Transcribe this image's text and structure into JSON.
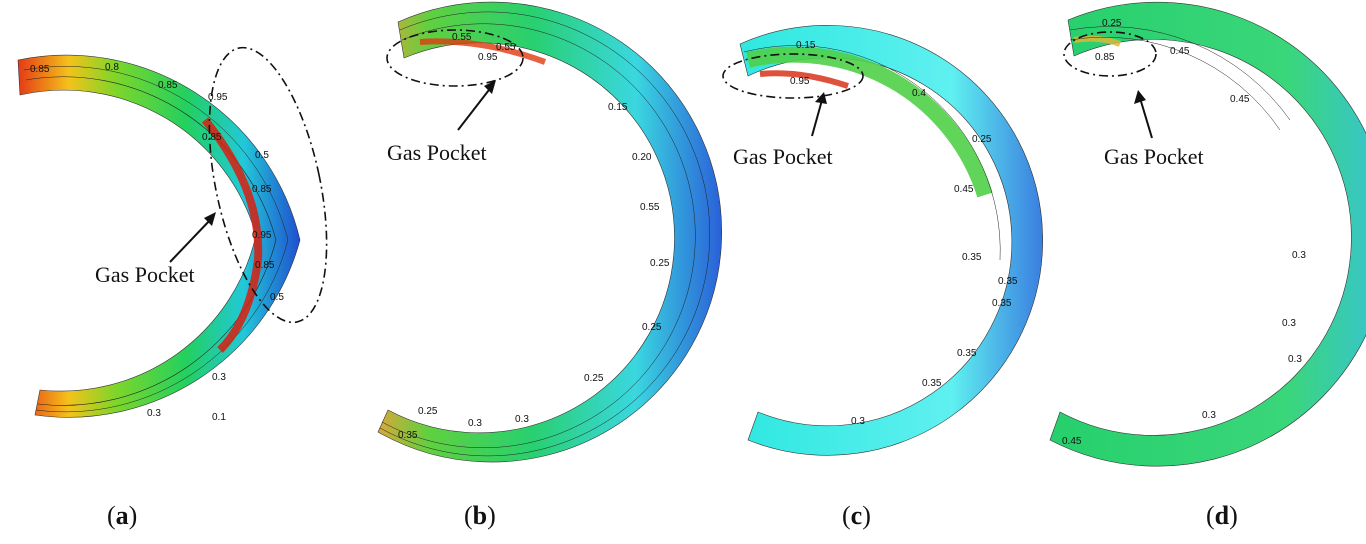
{
  "panels": [
    {
      "id": "a",
      "label": "a",
      "annotation": "Gas Pocket",
      "contour_labels": [
        "0.85",
        "0.8",
        "0.85",
        "0.95",
        "0.85",
        "0.5",
        "0.85",
        "0.95",
        "0.85",
        "0.5",
        "0.3",
        "0.3",
        "0.1"
      ]
    },
    {
      "id": "b",
      "label": "b",
      "annotation": "Gas Pocket",
      "contour_labels": [
        "0.55",
        "0.55",
        "0.95",
        "0.15",
        "0.20",
        "0.55",
        "0.25",
        "0.25",
        "0.25",
        "0.25",
        "0.3",
        "0.3",
        "0.35"
      ]
    },
    {
      "id": "c",
      "label": "c",
      "annotation": "Gas Pocket",
      "contour_labels": [
        "0.15",
        "0.95",
        "0.4",
        "0.25",
        "0.45",
        "0.35",
        "0.35",
        "0.35",
        "0.35",
        "0.35",
        "0.3"
      ]
    },
    {
      "id": "d",
      "label": "d",
      "annotation": "Gas Pocket",
      "contour_labels": [
        "0.25",
        "0.45",
        "0.85",
        "0.45",
        "0.3",
        "0.3",
        "0.3",
        "0.3",
        "0.45"
      ]
    }
  ]
}
